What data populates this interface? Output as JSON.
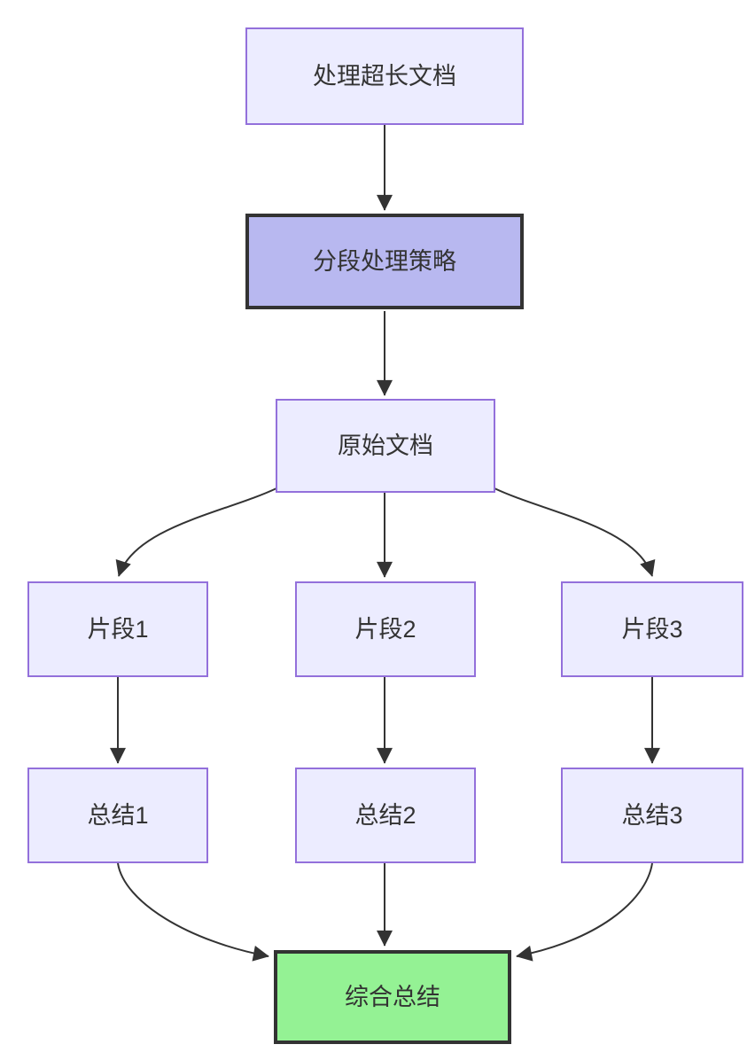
{
  "diagram": {
    "type": "flowchart",
    "direction": "top-down",
    "nodes": [
      {
        "id": "A",
        "label": "处理超长文档",
        "style": "default"
      },
      {
        "id": "B",
        "label": "分段处理策略",
        "style": "purple-highlight"
      },
      {
        "id": "C",
        "label": "原始文档",
        "style": "default"
      },
      {
        "id": "D",
        "label": "片段1",
        "style": "default"
      },
      {
        "id": "E",
        "label": "片段2",
        "style": "default"
      },
      {
        "id": "F",
        "label": "片段3",
        "style": "default"
      },
      {
        "id": "G",
        "label": "总结1",
        "style": "default"
      },
      {
        "id": "H",
        "label": "总结2",
        "style": "default"
      },
      {
        "id": "I",
        "label": "总结3",
        "style": "default"
      },
      {
        "id": "J",
        "label": "综合总结",
        "style": "green-highlight"
      }
    ],
    "edges": [
      {
        "from": "处理超长文档",
        "to": "分段处理策略"
      },
      {
        "from": "分段处理策略",
        "to": "原始文档"
      },
      {
        "from": "原始文档",
        "to": "片段1"
      },
      {
        "from": "原始文档",
        "to": "片段2"
      },
      {
        "from": "原始文档",
        "to": "片段3"
      },
      {
        "from": "片段1",
        "to": "总结1"
      },
      {
        "from": "片段2",
        "to": "总结2"
      },
      {
        "from": "片段3",
        "to": "总结3"
      },
      {
        "from": "总结1",
        "to": "综合总结"
      },
      {
        "from": "总结2",
        "to": "综合总结"
      },
      {
        "from": "总结3",
        "to": "综合总结"
      }
    ],
    "colors": {
      "node_fill": "#ECECFF",
      "node_border": "#9370DB",
      "highlight_purple_fill": "#b8b8f0",
      "highlight_green_fill": "#94f294",
      "highlight_border": "#333333",
      "edge": "#333333",
      "text": "#333333"
    }
  }
}
